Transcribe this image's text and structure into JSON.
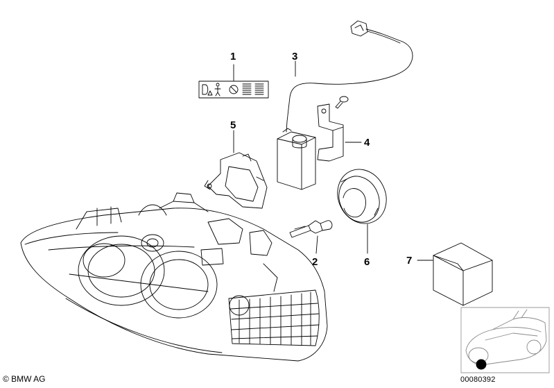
{
  "callouts": {
    "c1": "1",
    "c2": "2",
    "c3": "3",
    "c4": "4",
    "c5": "5",
    "c6": "6",
    "c7": "7"
  },
  "footer": {
    "copyright": "© BMW AG",
    "diagram_number": "00080392"
  }
}
